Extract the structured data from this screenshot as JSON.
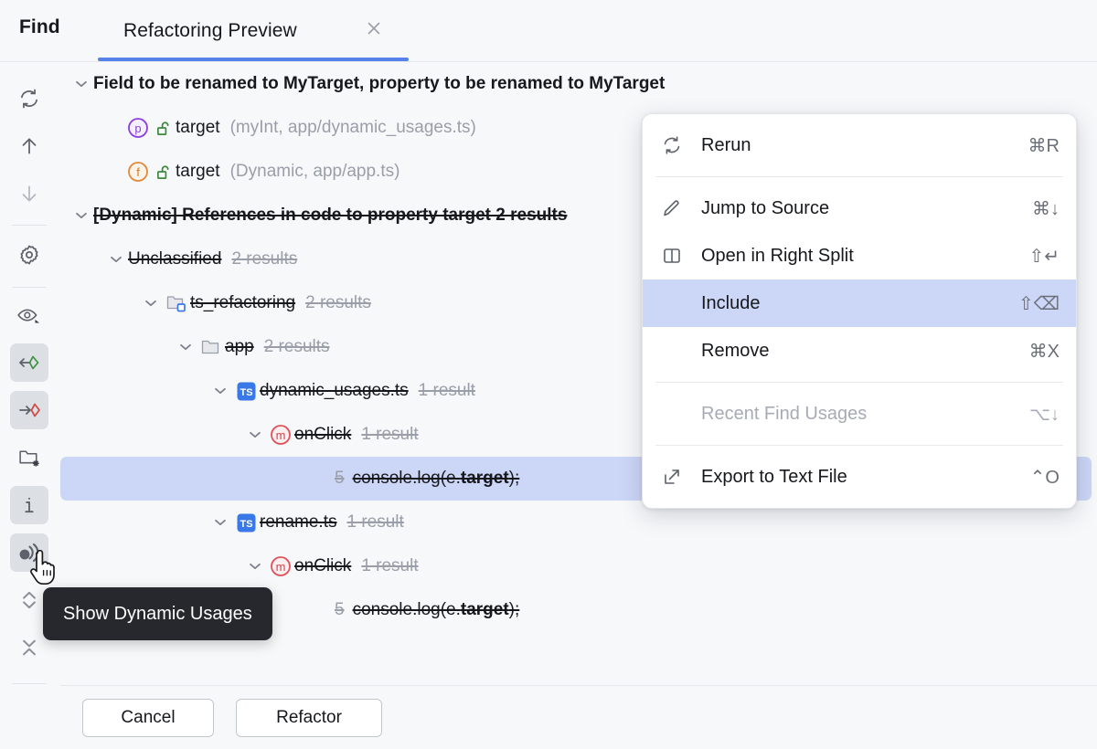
{
  "header": {
    "find_label": "Find",
    "tab_title": "Refactoring Preview",
    "close_icon": "close-icon"
  },
  "toolbar": {
    "items": [
      {
        "name": "rerun-icon",
        "selected": false
      },
      {
        "name": "previous-occurrence-icon",
        "selected": false
      },
      {
        "name": "next-occurrence-icon",
        "selected": false
      },
      {
        "name": "settings-icon",
        "selected": false
      },
      {
        "name": "preview-usages-icon",
        "selected": false
      },
      {
        "name": "show-read-access-icon",
        "selected": true
      },
      {
        "name": "show-write-access-icon",
        "selected": true
      },
      {
        "name": "group-by-directory-icon",
        "selected": false
      },
      {
        "name": "show-usage-info-icon",
        "selected": true
      },
      {
        "name": "show-dynamic-usages-icon",
        "selected": true
      },
      {
        "name": "expand-all-icon",
        "selected": false
      },
      {
        "name": "collapse-all-icon",
        "selected": false
      },
      {
        "name": "toggle-preview-panel-icon",
        "selected": true
      }
    ]
  },
  "tree": {
    "rows": [
      {
        "type": "group",
        "indent": 0,
        "chevron": "chevron-down-icon",
        "label": "Field to be renamed to MyTarget, property to be renamed to MyTarget",
        "bold": true,
        "strike": false,
        "count": ""
      },
      {
        "type": "member",
        "indent": 1,
        "chevron": "",
        "icon": "property-icon",
        "icon_letter": "p",
        "lock": "unlock-icon",
        "label": "target",
        "detail": "(myInt, app/dynamic_usages.ts)",
        "strike": false
      },
      {
        "type": "member",
        "indent": 1,
        "chevron": "",
        "icon": "field-icon",
        "icon_letter": "f",
        "lock": "unlock-icon",
        "label": "target",
        "detail": "(Dynamic, app/app.ts)",
        "strike": false
      },
      {
        "type": "group",
        "indent": 0,
        "chevron": "chevron-down-icon",
        "label": "[Dynamic] References in code to property target  2 results",
        "bold": true,
        "strike": true,
        "count": ""
      },
      {
        "type": "node",
        "indent": 1,
        "chevron": "chevron-down-icon",
        "icon": "",
        "label": "Unclassified",
        "count": "2 results",
        "strike": true
      },
      {
        "type": "node",
        "indent": 2,
        "chevron": "chevron-down-icon",
        "icon": "module-folder-icon",
        "label": "ts_refactoring",
        "count": "2 results",
        "strike": true
      },
      {
        "type": "node",
        "indent": 3,
        "chevron": "chevron-down-icon",
        "icon": "folder-icon",
        "label": "app",
        "count": "2 results",
        "strike": true
      },
      {
        "type": "node",
        "indent": 4,
        "chevron": "chevron-down-icon",
        "icon": "typescript-file-icon",
        "label": "dynamic_usages.ts",
        "count": "1 result",
        "strike": true
      },
      {
        "type": "node",
        "indent": 5,
        "chevron": "chevron-down-icon",
        "icon": "method-icon",
        "icon_letter": "m",
        "label": "onClick",
        "count": "1 result",
        "strike": true
      },
      {
        "type": "code",
        "indent": 6,
        "chevron": "",
        "linenum": "5",
        "code_prefix": "console.log(e.",
        "code_match": "target",
        "code_suffix": ");",
        "strike": true,
        "selected": true
      },
      {
        "type": "node",
        "indent": 4,
        "chevron": "chevron-down-icon",
        "icon": "typescript-file-icon",
        "label": "rename.ts",
        "count": "1 result",
        "strike": true
      },
      {
        "type": "node",
        "indent": 5,
        "chevron": "chevron-down-icon",
        "icon": "method-icon",
        "icon_letter": "m",
        "label": "onClick",
        "count": "1 result",
        "strike": true
      },
      {
        "type": "code",
        "indent": 6,
        "chevron": "",
        "linenum": "5",
        "code_prefix": "console.log(e.",
        "code_match": "target",
        "code_suffix": ");",
        "strike": true,
        "selected": false
      }
    ]
  },
  "context_menu": {
    "items": [
      {
        "label": "Rerun",
        "shortcut": "⌘R",
        "icon": "rerun-icon",
        "highlighted": false,
        "disabled": false
      },
      {
        "separator": true
      },
      {
        "label": "Jump to Source",
        "shortcut": "⌘↓",
        "icon": "pencil-icon",
        "highlighted": false,
        "disabled": false
      },
      {
        "label": "Open in Right Split",
        "shortcut": "⇧↵",
        "icon": "split-panel-icon",
        "highlighted": false,
        "disabled": false
      },
      {
        "label": "Include",
        "shortcut": "⇧⌫",
        "icon": "",
        "highlighted": true,
        "disabled": false
      },
      {
        "label": "Remove",
        "shortcut": "⌘X",
        "icon": "",
        "highlighted": false,
        "disabled": false
      },
      {
        "separator": true
      },
      {
        "label": "Recent Find Usages",
        "shortcut": "⌥↓",
        "icon": "",
        "highlighted": false,
        "disabled": true
      },
      {
        "separator": true
      },
      {
        "label": "Export to Text File",
        "shortcut": "⌃O",
        "icon": "export-icon",
        "highlighted": false,
        "disabled": false
      }
    ]
  },
  "tooltip": {
    "text": "Show Dynamic Usages"
  },
  "buttons": {
    "cancel": "Cancel",
    "refactor": "Refactor"
  },
  "colors": {
    "accent_blue": "#5681ea",
    "selection_blue": "#ccd6f6",
    "property_purple": "#8b3fe0",
    "field_orange": "#e08a3c",
    "method_red": "#e0525a",
    "lock_green": "#3c8a3c",
    "ts_blue": "#3b78e7",
    "background": "#f7f8fa",
    "tooltip_bg": "#27282e"
  }
}
